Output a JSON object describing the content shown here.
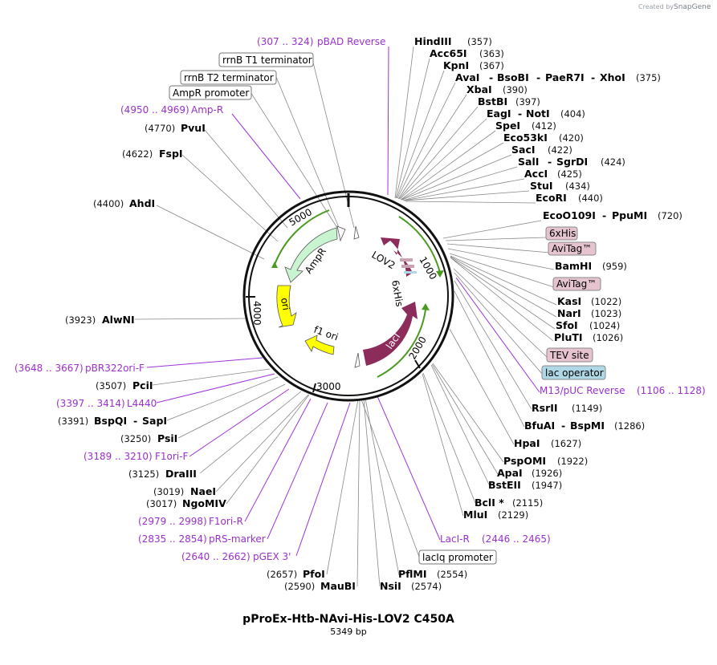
{
  "branding": {
    "created_by": "Created by",
    "app": "SnapGene"
  },
  "map": {
    "title": "pProEx-Htb-NAvi-His-LOV2 C450A",
    "length_label": "5349 bp",
    "length_bp": 5349,
    "ticks": [
      "1000",
      "2000",
      "3000",
      "4000",
      "5000"
    ],
    "colors": {
      "backbone": "#111111",
      "lov2": "#8c2c5a",
      "laci": "#8c2c5a",
      "ampr": "#c8f5d0",
      "ori": "#ffff00",
      "primer": "#9b30d0",
      "arrow_green": "#4a9a20",
      "tag_fill": "#e6c4cf",
      "lac_fill": "#aed8e6"
    }
  },
  "features": [
    {
      "name": "LOV2"
    },
    {
      "name": "6xHis"
    },
    {
      "name": "lacI"
    },
    {
      "name": "f1 ori"
    },
    {
      "name": "ori"
    },
    {
      "name": "AmpR"
    }
  ],
  "labels": {
    "pBAD_Reverse": {
      "range": "(307 .. 324)",
      "name": "pBAD Reverse"
    },
    "rrnB_T1": {
      "name": "rrnB T1 terminator"
    },
    "rrnB_T2": {
      "name": "rrnB T2 terminator"
    },
    "AmpR_promoter": {
      "name": "AmpR promoter"
    },
    "Amp_R": {
      "range": "(4950 .. 4969)",
      "name": "Amp-R"
    },
    "PvuI": {
      "pos": "(4770)",
      "name": "PvuI"
    },
    "FspI": {
      "pos": "(4622)",
      "name": "FspI"
    },
    "AhdI": {
      "pos": "(4400)",
      "name": "AhdI"
    },
    "AlwNI": {
      "pos": "(3923)",
      "name": "AlwNI"
    },
    "pBR322ori_F": {
      "range": "(3648 .. 3667)",
      "name": "pBR322ori-F"
    },
    "PciI": {
      "pos": "(3507)",
      "name": "PciI"
    },
    "L4440": {
      "range": "(3397 .. 3414)",
      "name": "L4440"
    },
    "BspQI": {
      "pos": "(3391)",
      "name": "BspQI",
      "name2": "SapI"
    },
    "PsiI": {
      "pos": "(3250)",
      "name": "PsiI"
    },
    "F1ori_F": {
      "range": "(3189 .. 3210)",
      "name": "F1ori-F"
    },
    "DraIII": {
      "pos": "(3125)",
      "name": "DraIII"
    },
    "NaeI": {
      "pos": "(3019)",
      "name": "NaeI"
    },
    "NgoMIV": {
      "pos": "(3017)",
      "name": "NgoMIV"
    },
    "F1ori_R": {
      "range": "(2979 .. 2998)",
      "name": "F1ori-R"
    },
    "pRS_marker": {
      "range": "(2835 .. 2854)",
      "name": "pRS-marker"
    },
    "pGEX3": {
      "range": "(2640 .. 2662)",
      "name": "pGEX 3'"
    },
    "PfoI": {
      "pos": "(2657)",
      "name": "PfoI"
    },
    "MauBI": {
      "pos": "(2590)",
      "name": "MauBI"
    },
    "PflMI": {
      "pos": "(2554)",
      "name": "PflMI"
    },
    "NsiI": {
      "pos": "(2574)",
      "name": "NsiI"
    },
    "lacIq_promoter": {
      "name": "lacIq promoter"
    },
    "LacI_R": {
      "name": "LacI-R",
      "range": "(2446 .. 2465)"
    },
    "MluI": {
      "name": "MluI",
      "pos": "(2129)"
    },
    "BclI": {
      "name": "BclI *",
      "pos": "(2115)"
    },
    "BstEII": {
      "name": "BstEII",
      "pos": "(1947)"
    },
    "ApaI": {
      "name": "ApaI",
      "pos": "(1926)"
    },
    "PspOMI": {
      "name": "PspOMI",
      "pos": "(1922)"
    },
    "HpaI": {
      "name": "HpaI",
      "pos": "(1627)"
    },
    "BfuAI": {
      "name": "BfuAI",
      "name2": "BspMI",
      "pos": "(1286)"
    },
    "RsrII": {
      "name": "RsrII",
      "pos": "(1149)"
    },
    "M13": {
      "name": "M13/pUC Reverse",
      "range": "(1106 .. 1128)"
    },
    "lac_operator": {
      "name": "lac operator"
    },
    "TEV_site": {
      "name": "TEV site"
    },
    "PluTI": {
      "name": "PluTI",
      "pos": "(1026)"
    },
    "SfoI": {
      "name": "SfoI",
      "pos": "(1024)"
    },
    "NarI": {
      "name": "NarI",
      "pos": "(1023)"
    },
    "KasI": {
      "name": "KasI",
      "pos": "(1022)"
    },
    "AviTag2": {
      "name": "AviTag™"
    },
    "BamHI": {
      "name": "BamHI",
      "pos": "(959)"
    },
    "AviTag1": {
      "name": "AviTag™"
    },
    "His6": {
      "name": "6xHis"
    },
    "Eco0109I": {
      "name": "EcoO109I",
      "name2": "PpuMI",
      "pos": "(720)"
    },
    "EcoRI": {
      "name": "EcoRI",
      "pos": "(440)"
    },
    "StuI": {
      "name": "StuI",
      "pos": "(434)"
    },
    "AccI": {
      "name": "AccI",
      "pos": "(425)"
    },
    "SalI": {
      "name": "SalI",
      "name2": "SgrDI",
      "pos": "(424)"
    },
    "SacI": {
      "name": "SacI",
      "pos": "(422)"
    },
    "Eco53kI": {
      "name": "Eco53kI",
      "pos": "(420)"
    },
    "SpeI": {
      "name": "SpeI",
      "pos": "(412)"
    },
    "EagI": {
      "name": "EagI",
      "name2": "NotI",
      "pos": "(404)"
    },
    "BstBI": {
      "name": "BstBI",
      "pos": "(397)"
    },
    "XbaI": {
      "name": "XbaI",
      "pos": "(390)"
    },
    "AvaI": {
      "name": "AvaI",
      "name2": "BsoBI",
      "name3": "PaeR7I",
      "name4": "XhoI",
      "pos": "(375)"
    },
    "KpnI": {
      "name": "KpnI",
      "pos": "(367)"
    },
    "Acc65I": {
      "name": "Acc65I",
      "pos": "(363)"
    },
    "HindIII": {
      "name": "HindIII",
      "pos": "(357)"
    }
  }
}
